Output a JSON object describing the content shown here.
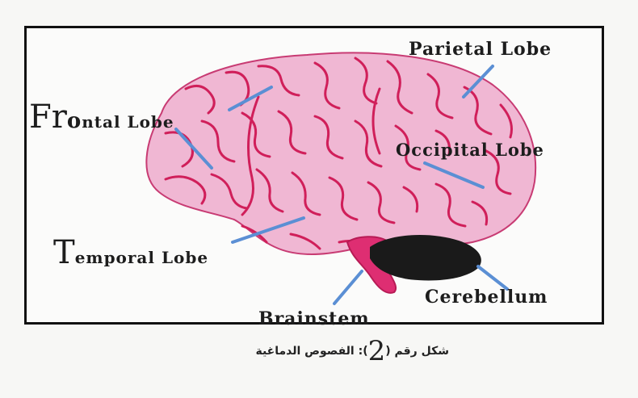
{
  "colors": {
    "brain_fill": "#f0b7d3",
    "gyri": "#d01f5a",
    "pointer_lines": "#5b8fd4",
    "cerebellum": "#1a1a1a",
    "brainstem": "#de2e72",
    "frame": "#111111"
  },
  "labels": {
    "parietal": "Parietal Lobe",
    "frontal_big": "Fr",
    "frontal_o": "o",
    "frontal_rest": "ntal Lobe",
    "occipital": "Occipital Lobe",
    "temporal_big": "T",
    "temporal_rest": "emporal Lobe",
    "cerebellum": "Cerebellum",
    "brainstem": "Brainstem"
  },
  "caption": {
    "prefix": "شكل رقم (",
    "number": "2",
    "suffix": "): الفصوص الدماغية"
  }
}
